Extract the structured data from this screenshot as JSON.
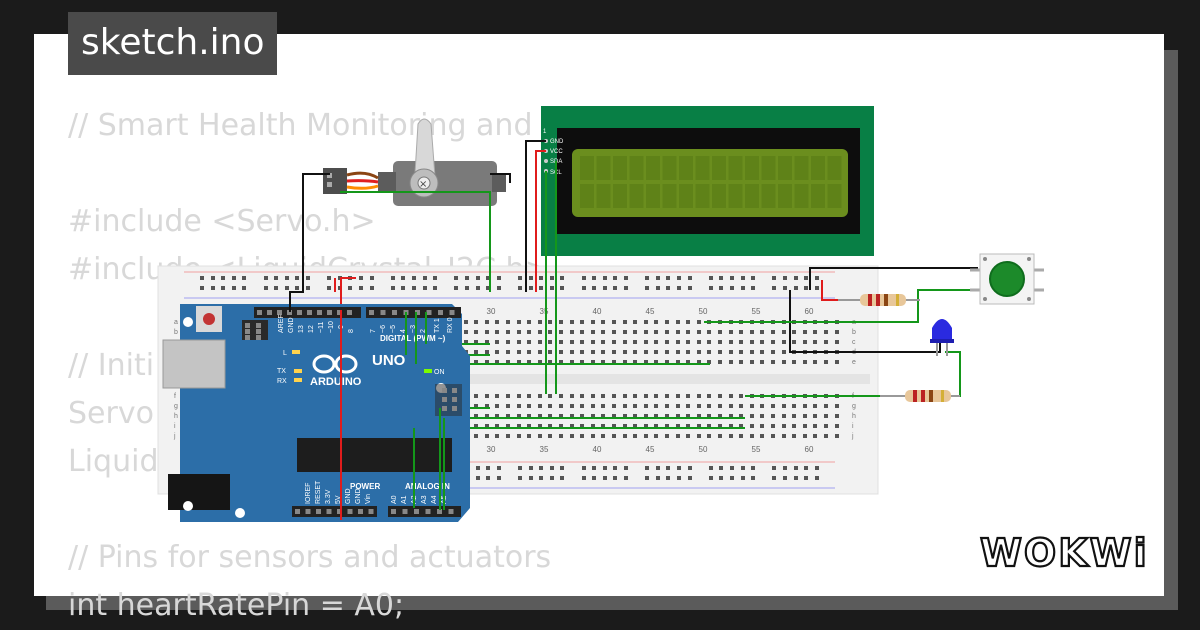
{
  "file_tab": {
    "label": "sketch.ino"
  },
  "code_lines": [
    "// Smart Health Monitoring and",
    "",
    "#include <Servo.h>",
    "#include <LiquidCrystal_I2C.h>",
    "",
    "// Initi",
    "Servo",
    "Liquid",
    "",
    "// Pins for sensors and actuators",
    "int heartRatePin = A0;"
  ],
  "breadboard": {
    "column_numbers": [
      "30",
      "35",
      "40",
      "45",
      "50",
      "55",
      "60"
    ],
    "row_letters_top": [
      "a",
      "b",
      "c",
      "d",
      "e"
    ],
    "row_letters_bottom": [
      "f",
      "g",
      "h",
      "i",
      "j"
    ]
  },
  "arduino": {
    "logo_text": "ARDUINO",
    "model": "UNO",
    "digital_label": "DIGITAL (PWM ~)",
    "on_label": "ON",
    "power_label": "POWER",
    "analog_label": "ANALOG IN",
    "aref": "AREF",
    "gnd": "GND",
    "l_label": "L",
    "tx_label": "TX",
    "rx_label": "RX",
    "pins_top": [
      "13",
      "12",
      "~11",
      "~10",
      "~9",
      "8",
      "7",
      "~6",
      "~5",
      "4",
      "~3",
      "2",
      "TX 1",
      "RX 0"
    ],
    "pins_bottom_power": [
      "IOREF",
      "RESET",
      "3.3V",
      "5V",
      "GND",
      "GND",
      "Vin"
    ],
    "pins_bottom_analog": [
      "A0",
      "A1",
      "A2",
      "A3",
      "A4",
      "A5"
    ]
  },
  "lcd": {
    "pin_labels": [
      "GND",
      "VCC",
      "SDA",
      "SCL"
    ],
    "pin_number": "1",
    "background_color": "#087f45",
    "screen_color": "#6b8e1e"
  },
  "brand": {
    "name": "WOKWi"
  },
  "colors": {
    "board_blue": "#2c6ea8",
    "wire_green": "#14971a",
    "wire_red": "#e01c1c",
    "wire_black": "#111111",
    "code_text": "#d8d8d8"
  }
}
